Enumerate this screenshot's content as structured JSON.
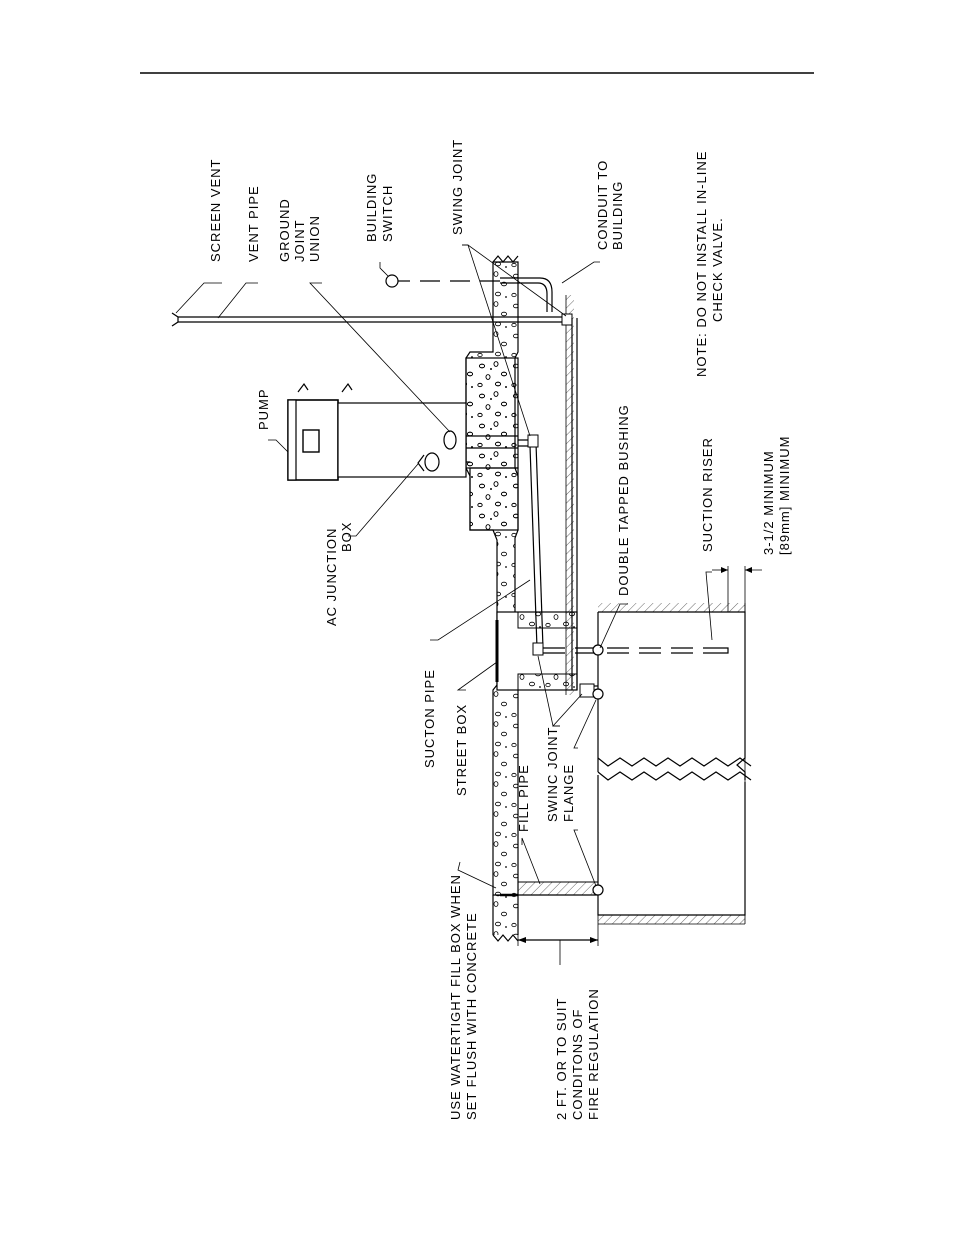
{
  "diagram": {
    "labels": {
      "screen_vent": "SCREEN VENT",
      "vent_pipe": "VENT PIPE",
      "ground_joint_union": [
        "GROUND",
        "JOINT",
        "UNION"
      ],
      "building_switch": [
        "BUILDING",
        "SWITCH"
      ],
      "swing_joint_top": "SWING JOINT",
      "conduit_to_building": [
        "CONDUIT TO",
        "BUILDING"
      ],
      "note": [
        "NOTE:  DO NOT INSTALL IN-LINE",
        "CHECK VALVE."
      ],
      "pump": "PUMP",
      "ac_junction_box": [
        "AC JUNCTION",
        "BOX"
      ],
      "double_tapped_bushing": "DOUBLE TAPPED BUSHING",
      "suction_riser": "SUCTION RISER",
      "minimum": [
        "3-1/2 MINIMUM",
        "[89mm] MINIMUM"
      ],
      "suction_pipe": "SUCTON PIPE",
      "street_box": "STREET BOX",
      "fill_pipe": "FILL PIPE",
      "swing_joint_flange": [
        "SWINC JOINT",
        "FLANGE"
      ],
      "watertight": [
        "USE WATERTIGHT FILL BOX WHEN",
        "SET FLUSH WITH CONCRETE"
      ],
      "depth": [
        "2 FT. OR TO SUIT",
        "CONDITONS OF",
        "FIRE REGULATION"
      ]
    }
  }
}
